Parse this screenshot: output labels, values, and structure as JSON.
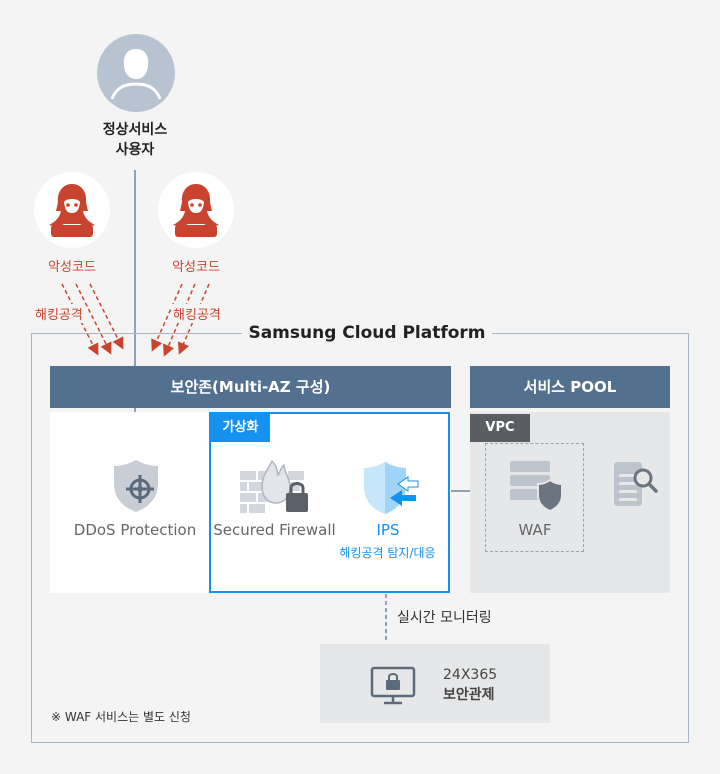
{
  "user": {
    "line1": "정상서비스",
    "line2": "사용자"
  },
  "attackers": [
    {
      "malware_label": "악성코드",
      "hacking_label": "해킹공격"
    },
    {
      "malware_label": "악성코드",
      "hacking_label": "해킹공격"
    }
  ],
  "platform": {
    "title": "Samsung Cloud Platform"
  },
  "security_zone": {
    "title": "보안존(Multi-AZ 구성)"
  },
  "service_pool": {
    "title": "서비스 POOL",
    "vpc_tag": "VPC",
    "waf_label": "WAF"
  },
  "virtualization_tag": "가상화",
  "components": {
    "ddos": "DDoS Protection",
    "firewall": "Secured Firewall",
    "ips": "IPS",
    "ips_sub": "해킹공격 탐지/대응"
  },
  "monitoring": {
    "label": "실시간 모니터링",
    "line1": "24X365",
    "line2": "보안관제"
  },
  "note": "※ WAF 서비스는 별도 신청",
  "colors": {
    "header": "#54708f",
    "ips_border": "#1591ef",
    "ips_text": "#1591ef",
    "attacker_red": "#c9442e",
    "background": "#f4f4f5"
  }
}
